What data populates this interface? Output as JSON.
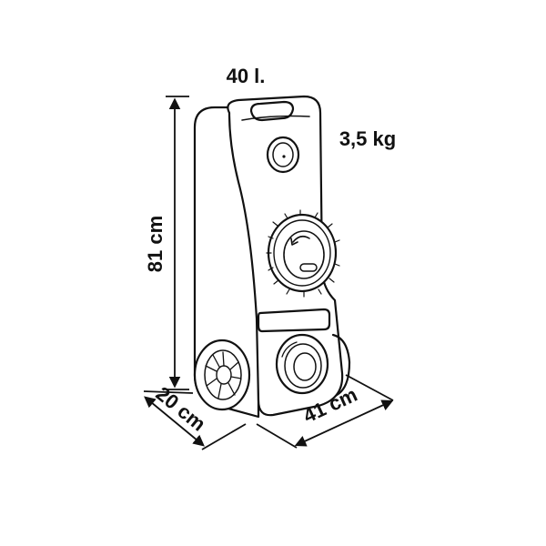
{
  "labels": {
    "capacity": "40 l.",
    "weight": "3,5 kg",
    "height": "81 cm",
    "depth": "20 cm",
    "width": "41 cm"
  },
  "colors": {
    "line": "#111111",
    "fill": "#ffffff"
  },
  "icons": {
    "tank": "water-tank-trolley-icon"
  }
}
